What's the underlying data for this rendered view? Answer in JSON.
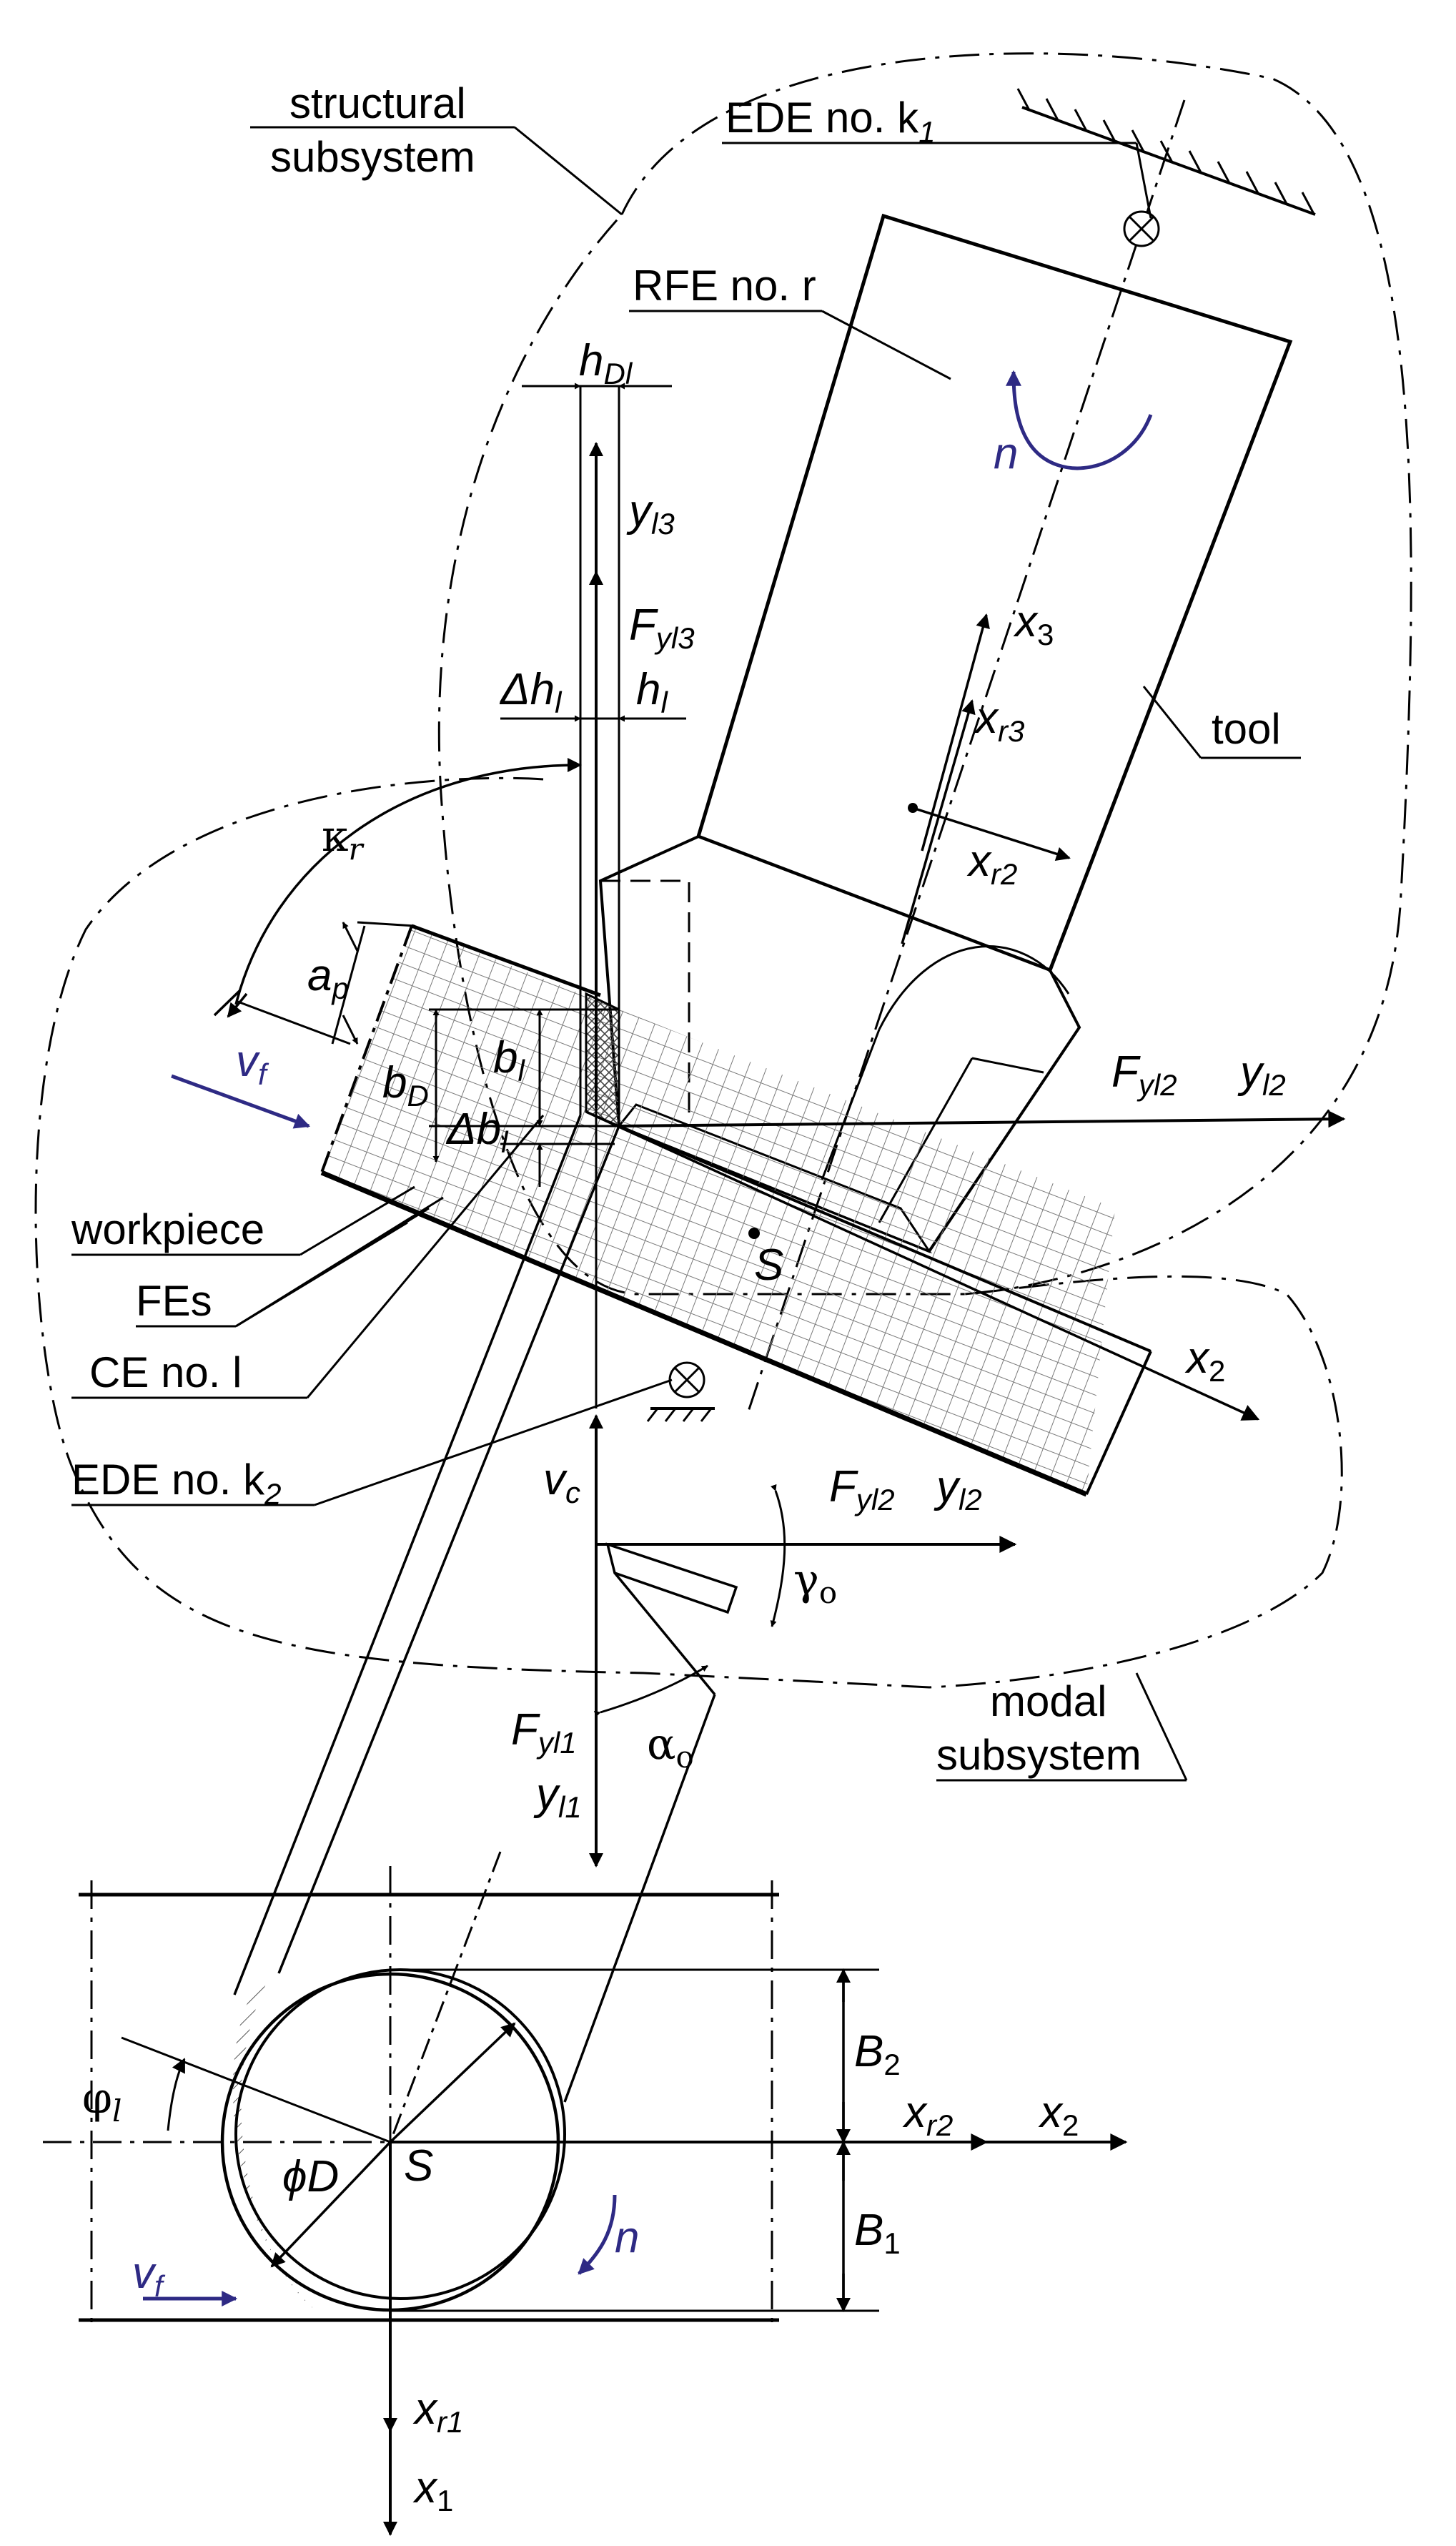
{
  "labels": {
    "structural_1": "structural",
    "structural_2": "subsystem",
    "ede_k1": "EDE no. k",
    "ede_k1_sub": "1",
    "rfe": "RFE no. r",
    "tool": "tool",
    "workpiece": "workpiece",
    "fes": "FEs",
    "ce": "CE no. l",
    "ede_k2": "EDE no. k",
    "ede_k2_sub": "2",
    "modal_1": "modal",
    "modal_2": "subsystem"
  },
  "symbols": {
    "n_top": "n",
    "n_bottom": "n",
    "hDl": "h",
    "hDl_sub": "Dl",
    "yl3": "y",
    "yl3_sub": "l3",
    "Fyl3": "F",
    "Fyl3_sub": "yl3",
    "delta_hl": "Δh",
    "delta_hl_sub": "l",
    "hl": "h",
    "hl_sub": "l",
    "x3": "x",
    "x3_sub": "3",
    "xr3": "x",
    "xr3_sub": "r3",
    "xr2_top": "x",
    "xr2_top_sub": "r2",
    "kappa_r": "κ",
    "kappa_r_sub": "r",
    "ap": "a",
    "ap_sub": "p",
    "vf_top": "v",
    "vf_top_sub": "f",
    "bD": "b",
    "bD_sub": "D",
    "bl": "b",
    "bl_sub": "l",
    "delta_bl": "Δb",
    "delta_bl_sub": "l",
    "Fyl2_top": "F",
    "Fyl2_top_sub": "yl2",
    "yl2_top": "y",
    "yl2_top_sub": "l2",
    "S_top": "S",
    "x2_mid": "x",
    "x2_mid_sub": "2",
    "vc": "v",
    "vc_sub": "c",
    "Fyl2_mid": "F",
    "Fyl2_mid_sub": "yl2",
    "yl2_mid": "y",
    "yl2_mid_sub": "l2",
    "gamma_o": "γ",
    "gamma_o_sub": "o",
    "alpha_o": "α",
    "alpha_o_sub": "o",
    "Fyl1": "F",
    "Fyl1_sub": "yl1",
    "yl1": "y",
    "yl1_sub": "l1",
    "B2": "B",
    "B2_sub": "2",
    "B1": "B",
    "B1_sub": "1",
    "xr2_bottom": "x",
    "xr2_bottom_sub": "r2",
    "x2_bottom": "x",
    "x2_bottom_sub": "2",
    "phi_l": "φ",
    "phi_l_sub": "l",
    "phiD": "ϕD",
    "S_bottom": "S",
    "vf_bottom": "v",
    "vf_bottom_sub": "f",
    "xr1": "x",
    "xr1_sub": "r1",
    "x1": "x",
    "x1_sub": "1"
  },
  "colors": {
    "ink": "#000000",
    "accent_blue": "#2e2a84",
    "hatch": "#7a7a7a"
  }
}
